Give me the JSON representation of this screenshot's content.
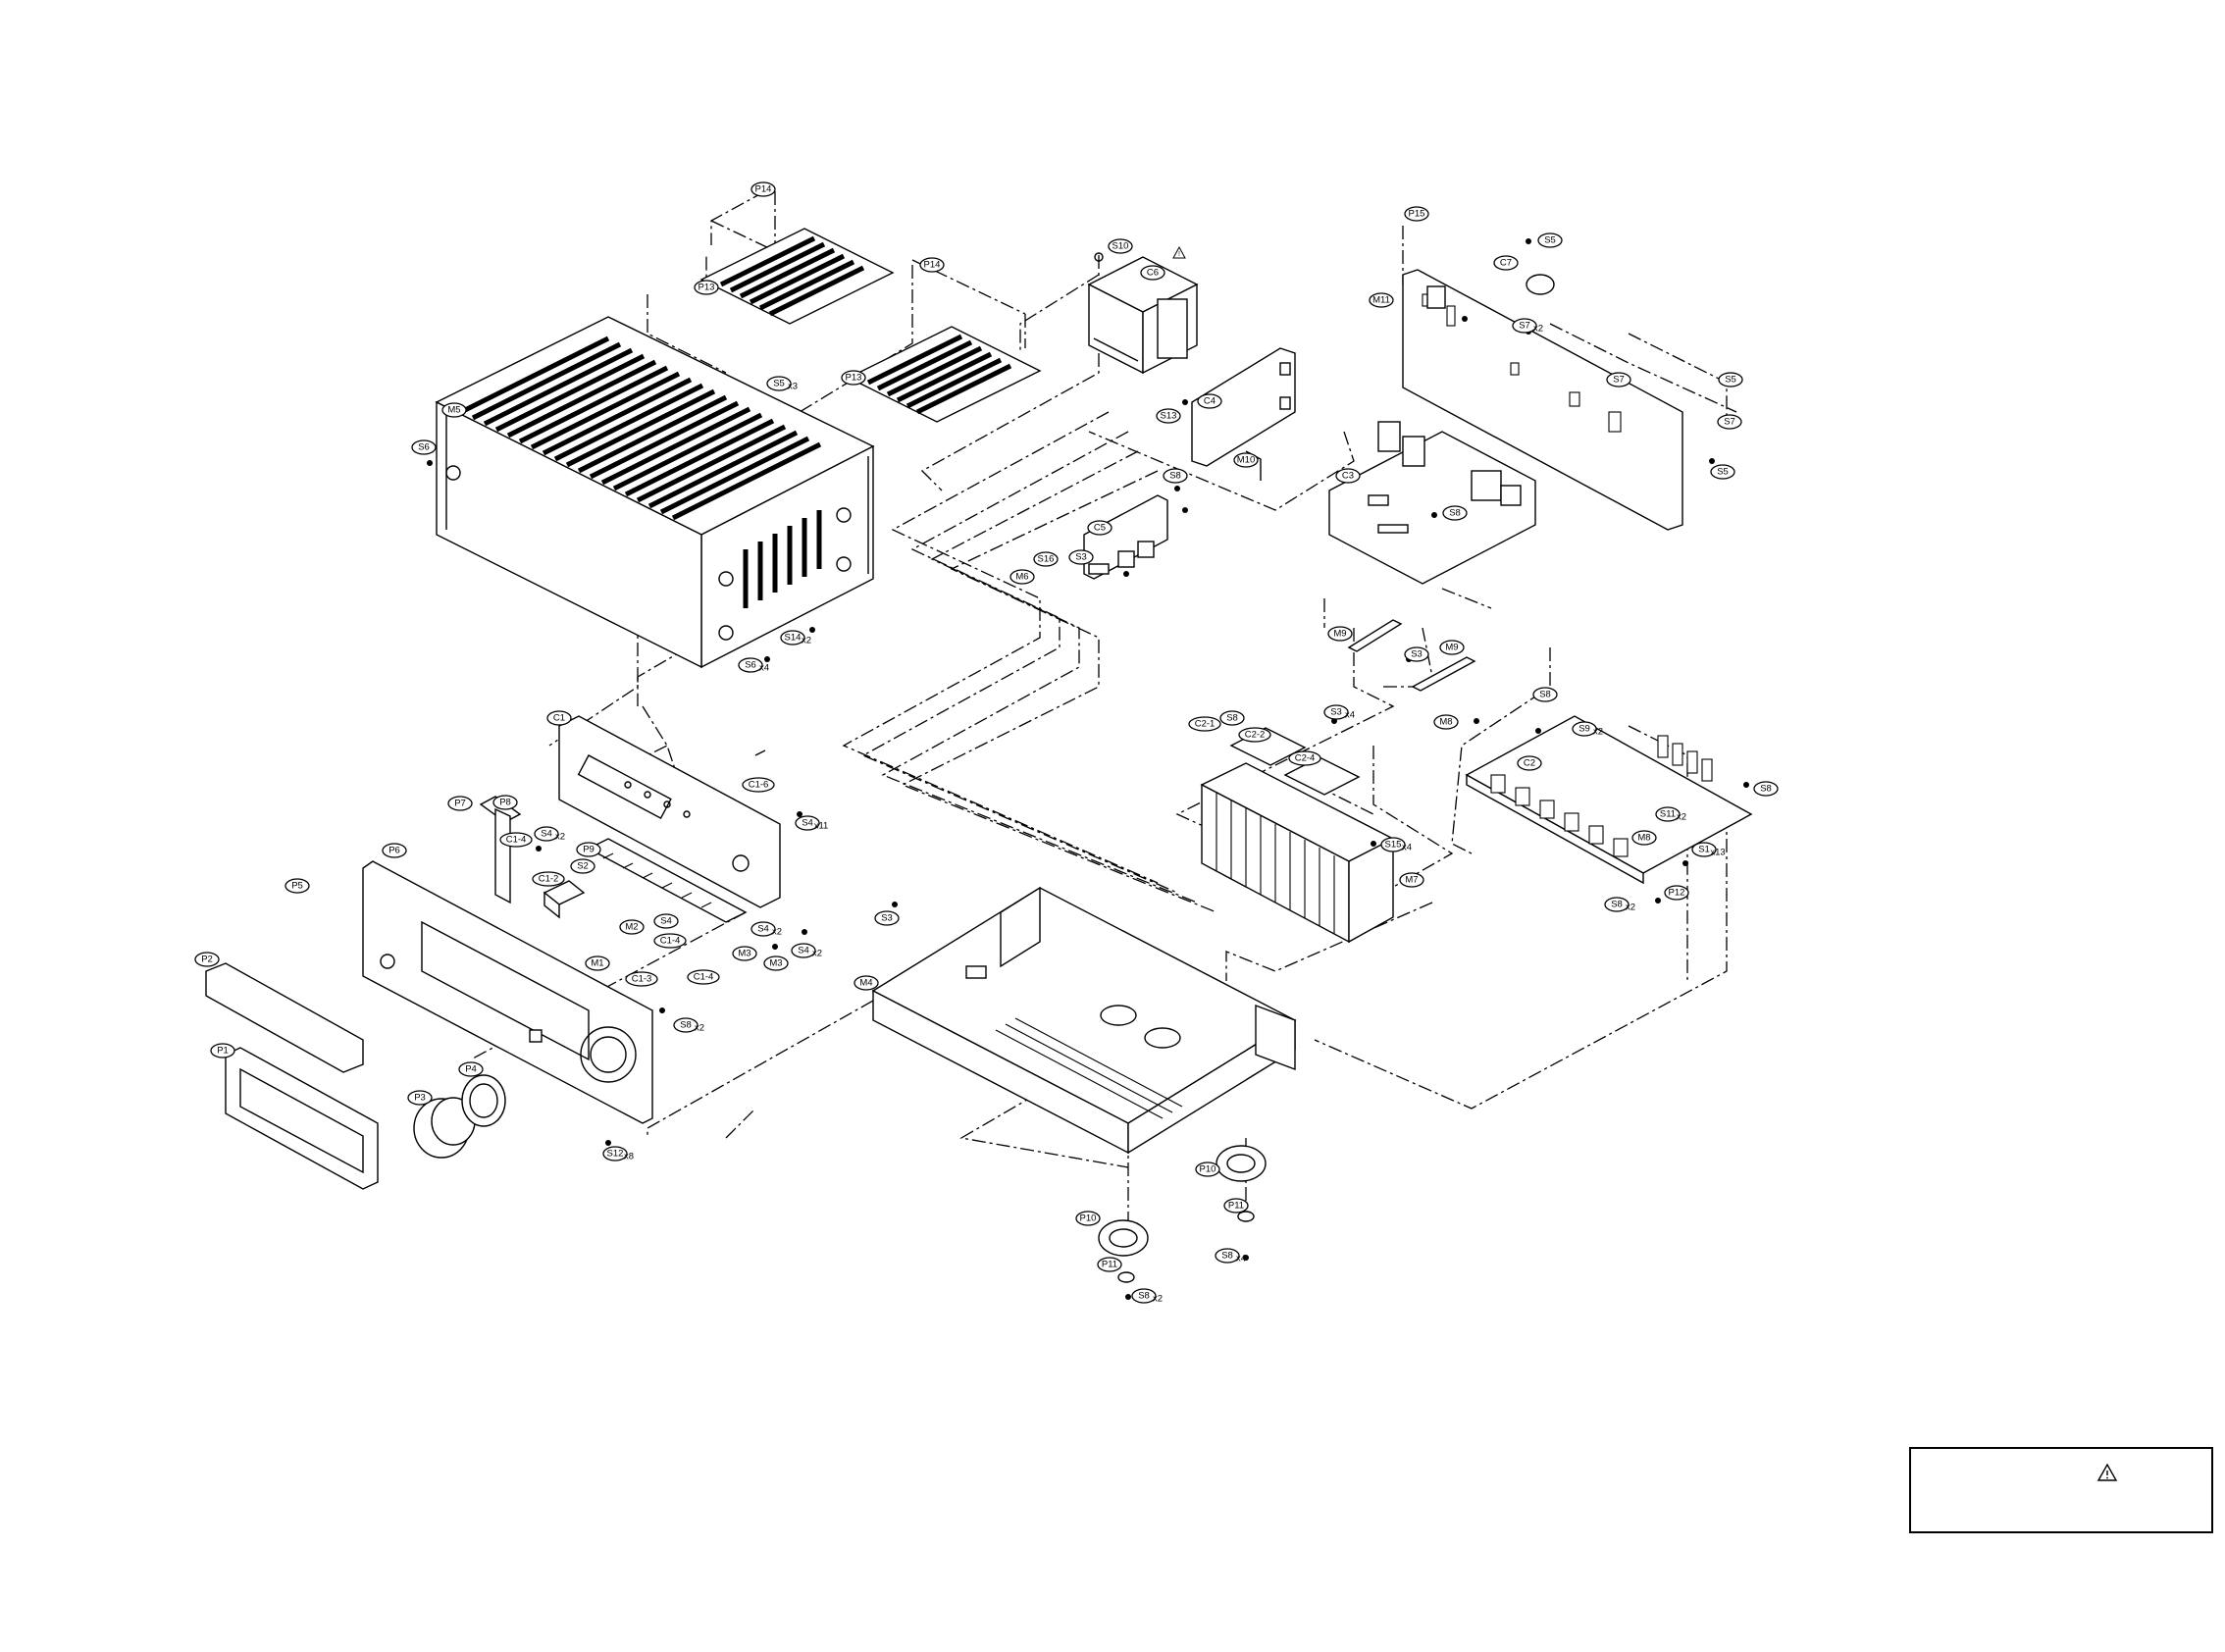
{
  "diagram": {
    "callouts": [
      {
        "id": "P14a",
        "label": "P14",
        "qty": ""
      },
      {
        "id": "P14b",
        "label": "P14",
        "qty": ""
      },
      {
        "id": "P13a",
        "label": "P13",
        "qty": ""
      },
      {
        "id": "P13b",
        "label": "P13",
        "qty": ""
      },
      {
        "id": "M5",
        "label": "M5",
        "qty": ""
      },
      {
        "id": "S5a",
        "label": "S5",
        "qty": "x3"
      },
      {
        "id": "S6a",
        "label": "S6",
        "qty": ""
      },
      {
        "id": "S14a",
        "label": "S14",
        "qty": "x2"
      },
      {
        "id": "S6b",
        "label": "S6",
        "qty": "x4"
      },
      {
        "id": "S10",
        "label": "S10",
        "qty": ""
      },
      {
        "id": "C6",
        "label": "C6",
        "qty": ""
      },
      {
        "id": "C4",
        "label": "C4",
        "qty": ""
      },
      {
        "id": "S13",
        "label": "S13",
        "qty": ""
      },
      {
        "id": "M10",
        "label": "M10",
        "qty": ""
      },
      {
        "id": "S8a",
        "label": "S8",
        "qty": ""
      },
      {
        "id": "C5",
        "label": "C5",
        "qty": ""
      },
      {
        "id": "S16",
        "label": "S16",
        "qty": ""
      },
      {
        "id": "S3a",
        "label": "S3",
        "qty": ""
      },
      {
        "id": "M6",
        "label": "M6",
        "qty": ""
      },
      {
        "id": "P15",
        "label": "P15",
        "qty": ""
      },
      {
        "id": "S5b",
        "label": "S5",
        "qty": ""
      },
      {
        "id": "C7",
        "label": "C7",
        "qty": ""
      },
      {
        "id": "M11",
        "label": "M11",
        "qty": ""
      },
      {
        "id": "S7a",
        "label": "S7",
        "qty": "x2"
      },
      {
        "id": "S7b",
        "label": "S7",
        "qty": ""
      },
      {
        "id": "S5c",
        "label": "S5",
        "qty": ""
      },
      {
        "id": "S7c",
        "label": "S7",
        "qty": ""
      },
      {
        "id": "S5d",
        "label": "S5",
        "qty": ""
      },
      {
        "id": "C3",
        "label": "C3",
        "qty": ""
      },
      {
        "id": "S8b",
        "label": "S8",
        "qty": ""
      },
      {
        "id": "M9a",
        "label": "M9",
        "qty": ""
      },
      {
        "id": "S3b",
        "label": "S3",
        "qty": ""
      },
      {
        "id": "M9b",
        "label": "M9",
        "qty": ""
      },
      {
        "id": "C1",
        "label": "C1",
        "qty": ""
      },
      {
        "id": "C16",
        "label": "C1-6",
        "qty": ""
      },
      {
        "id": "S4a",
        "label": "S4",
        "qty": "x11"
      },
      {
        "id": "P7",
        "label": "P7",
        "qty": ""
      },
      {
        "id": "P8",
        "label": "P8",
        "qty": ""
      },
      {
        "id": "S4b",
        "label": "S4",
        "qty": "x2"
      },
      {
        "id": "C14a",
        "label": "C1-4",
        "qty": ""
      },
      {
        "id": "P6",
        "label": "P6",
        "qty": ""
      },
      {
        "id": "P9",
        "label": "P9",
        "qty": ""
      },
      {
        "id": "S2",
        "label": "S2",
        "qty": ""
      },
      {
        "id": "C12",
        "label": "C1-2",
        "qty": ""
      },
      {
        "id": "P5",
        "label": "P5",
        "qty": ""
      },
      {
        "id": "M2",
        "label": "M2",
        "qty": ""
      },
      {
        "id": "S4c",
        "label": "S4",
        "qty": ""
      },
      {
        "id": "C14b",
        "label": "C1-4",
        "qty": ""
      },
      {
        "id": "S4d",
        "label": "S4",
        "qty": "x2"
      },
      {
        "id": "S4e",
        "label": "S4",
        "qty": "x2"
      },
      {
        "id": "M3a",
        "label": "M3",
        "qty": ""
      },
      {
        "id": "M1",
        "label": "M1",
        "qty": ""
      },
      {
        "id": "C13",
        "label": "C1-3",
        "qty": ""
      },
      {
        "id": "C14c",
        "label": "C1-4",
        "qty": ""
      },
      {
        "id": "M3b",
        "label": "M3",
        "qty": ""
      },
      {
        "id": "S8c",
        "label": "S8",
        "qty": "x2"
      },
      {
        "id": "P2",
        "label": "P2",
        "qty": ""
      },
      {
        "id": "P1",
        "label": "P1",
        "qty": ""
      },
      {
        "id": "P3",
        "label": "P3",
        "qty": ""
      },
      {
        "id": "P4",
        "label": "P4",
        "qty": ""
      },
      {
        "id": "S12",
        "label": "S12",
        "qty": "x8"
      },
      {
        "id": "S3c",
        "label": "S3",
        "qty": ""
      },
      {
        "id": "M4",
        "label": "M4",
        "qty": ""
      },
      {
        "id": "C21",
        "label": "C2-1",
        "qty": ""
      },
      {
        "id": "S8d",
        "label": "S8",
        "qty": ""
      },
      {
        "id": "C22",
        "label": "C2-2",
        "qty": ""
      },
      {
        "id": "S3d",
        "label": "S3",
        "qty": "x4"
      },
      {
        "id": "C24",
        "label": "C2-4",
        "qty": ""
      },
      {
        "id": "S15",
        "label": "S15",
        "qty": "x4"
      },
      {
        "id": "M7",
        "label": "M7",
        "qty": ""
      },
      {
        "id": "S8e",
        "label": "S8",
        "qty": ""
      },
      {
        "id": "M8a",
        "label": "M8",
        "qty": ""
      },
      {
        "id": "S9",
        "label": "S9",
        "qty": "x2"
      },
      {
        "id": "C2",
        "label": "C2",
        "qty": ""
      },
      {
        "id": "S8f",
        "label": "S8",
        "qty": ""
      },
      {
        "id": "S11",
        "label": "S11",
        "qty": "x2"
      },
      {
        "id": "M8b",
        "label": "M8",
        "qty": ""
      },
      {
        "id": "S1",
        "label": "S1",
        "qty": "x13"
      },
      {
        "id": "P12",
        "label": "P12",
        "qty": ""
      },
      {
        "id": "S8g",
        "label": "S8",
        "qty": "x2"
      },
      {
        "id": "P10a",
        "label": "P10",
        "qty": ""
      },
      {
        "id": "P10b",
        "label": "P10",
        "qty": ""
      },
      {
        "id": "P11a",
        "label": "P11",
        "qty": ""
      },
      {
        "id": "P11b",
        "label": "P11",
        "qty": ""
      },
      {
        "id": "S8h",
        "label": "S8",
        "qty": "x4"
      },
      {
        "id": "S8i",
        "label": "S8",
        "qty": "x2"
      }
    ]
  },
  "legend": {
    "warning_icon": "warning-triangle-icon"
  }
}
